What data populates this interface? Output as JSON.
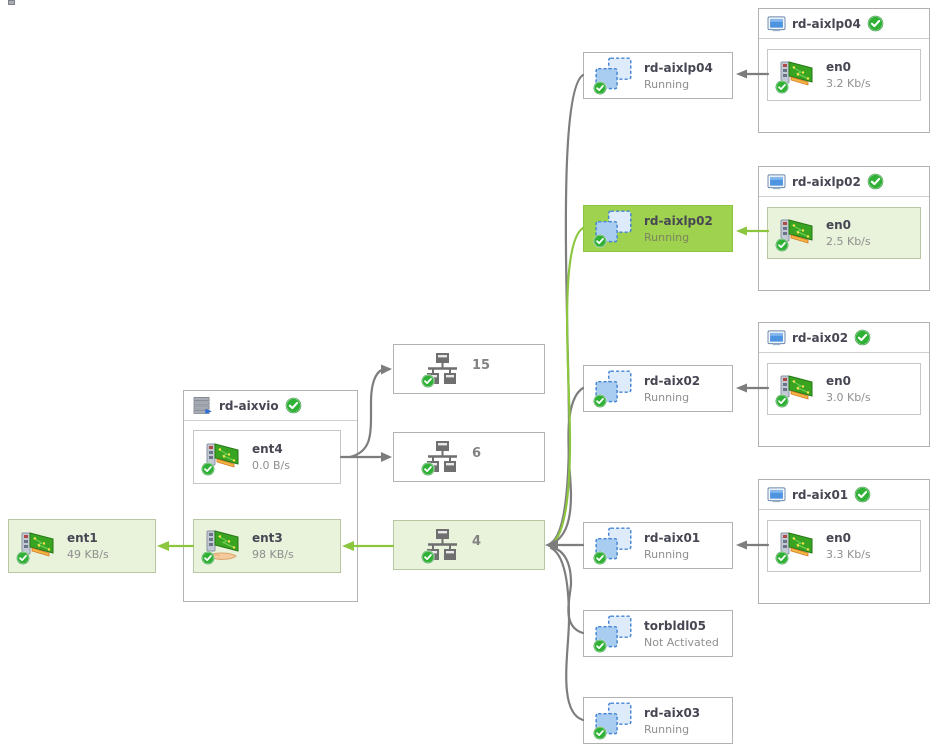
{
  "colors": {
    "highlight_node": "#9ed24f",
    "highlight_light": "#e9f2da",
    "edge_green": "#8cc63f",
    "edge_gray": "#7d7d7d"
  },
  "ent1": {
    "name": "ent1",
    "rate": "49 KB/s",
    "highlighted": true
  },
  "vio": {
    "title": "rd-aixvio",
    "adapters": [
      {
        "name": "ent4",
        "rate": "0.0 B/s",
        "highlighted": false
      },
      {
        "name": "ent3",
        "rate": "98 KB/s",
        "highlighted": true
      }
    ]
  },
  "networks": [
    {
      "id": "15",
      "highlighted": false
    },
    {
      "id": "6",
      "highlighted": false
    },
    {
      "id": "4",
      "highlighted": true
    }
  ],
  "lpars": [
    {
      "name": "rd-aixlp04",
      "status": "Running",
      "highlighted": false
    },
    {
      "name": "rd-aixlp02",
      "status": "Running",
      "highlighted": true
    },
    {
      "name": "rd-aix02",
      "status": "Running",
      "highlighted": false
    },
    {
      "name": "rd-aix01",
      "status": "Running",
      "highlighted": false
    },
    {
      "name": "torbldl05",
      "status": "Not Activated",
      "highlighted": false
    },
    {
      "name": "rd-aix03",
      "status": "Running",
      "highlighted": false
    }
  ],
  "hosts": [
    {
      "title": "rd-aixlp04",
      "adapter": {
        "name": "en0",
        "rate": "3.2 Kb/s"
      },
      "highlighted": false
    },
    {
      "title": "rd-aixlp02",
      "adapter": {
        "name": "en0",
        "rate": "2.5 Kb/s"
      },
      "highlighted": true
    },
    {
      "title": "rd-aix02",
      "adapter": {
        "name": "en0",
        "rate": "3.0 Kb/s"
      },
      "highlighted": false
    },
    {
      "title": "rd-aix01",
      "adapter": {
        "name": "en0",
        "rate": "3.3 Kb/s"
      },
      "highlighted": false
    }
  ]
}
